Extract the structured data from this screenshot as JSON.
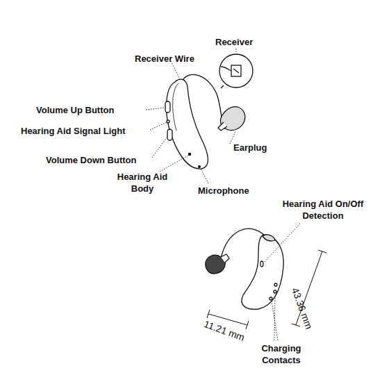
{
  "diagram": {
    "labels": [
      "Receiver",
      "Receiver Wire",
      "Volume Up Button",
      "Hearing Aid Signal Light",
      "Volume Down Button",
      "Hearing Aid Body",
      "Earplug",
      "Microphone",
      "Hearing Aid On/Off Detection",
      "43.36 mm",
      "11.21 mm",
      "Charging Contacts"
    ]
  }
}
